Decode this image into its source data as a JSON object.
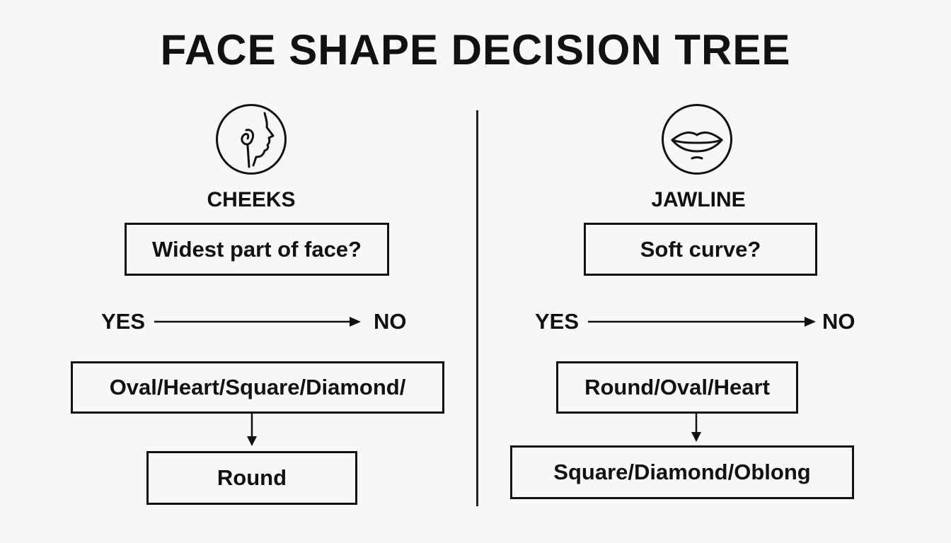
{
  "title": "FACE SHAPE DECISION TREE",
  "left": {
    "icon": "face-profile-icon",
    "heading": "CHEEKS",
    "question": "Widest part of face?",
    "yes_label": "YES",
    "no_label": "NO",
    "result_primary": "Oval/Heart/Square/Diamond/",
    "result_secondary": "Round"
  },
  "right": {
    "icon": "lips-icon",
    "heading": "JAWLINE",
    "question": "Soft curve?",
    "yes_label": "YES",
    "no_label": "NO",
    "result_primary": "Round/Oval/Heart",
    "result_secondary": "Square/Diamond/Oblong"
  },
  "colors": {
    "background": "#f8f8f7",
    "ink": "#111111"
  }
}
